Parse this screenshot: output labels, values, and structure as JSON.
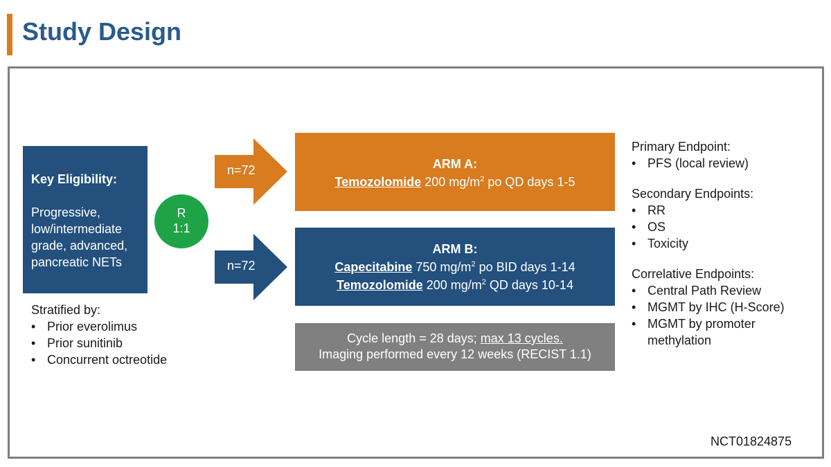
{
  "title": "Study Design",
  "eligibility": {
    "heading": "Key Eligibility:",
    "text": "Progressive, low/intermediate grade, advanced, pancreatic NETs"
  },
  "randomization": {
    "line1": "R",
    "line2": "1:1"
  },
  "arrows": {
    "a_label": "n=72",
    "b_label": "n=72"
  },
  "arm_a": {
    "title": "ARM A:",
    "drug1": "Temozolomide",
    "dose1_pre": " 200 mg/m",
    "dose1_sup": "2",
    "dose1_post": " po QD days 1-5"
  },
  "arm_b": {
    "title": "ARM B:",
    "drug1": "Capecitabine",
    "dose1_pre": " 750 mg/m",
    "dose1_sup": "2",
    "dose1_post": " po BID days 1-14",
    "drug2": "Temozolomide",
    "dose2_pre": " 200 mg/m",
    "dose2_sup": "2",
    "dose2_post": " QD days 10-14"
  },
  "cycle": {
    "line1_pre": "Cycle length = 28 days; ",
    "line1_underlined": "max 13 cycles.",
    "line2": "Imaging performed every 12 weeks (RECIST 1.1)"
  },
  "stratified": {
    "heading": "Stratified by:",
    "items": [
      "Prior everolimus",
      "Prior sunitinib",
      "Concurrent octreotide"
    ]
  },
  "endpoints": {
    "primary": {
      "heading": "Primary Endpoint:",
      "items": [
        "PFS (local review)"
      ]
    },
    "secondary": {
      "heading": "Secondary Endpoints:",
      "items": [
        "RR",
        "OS",
        "Toxicity"
      ]
    },
    "correlative": {
      "heading": "Correlative Endpoints:",
      "items": [
        "Central Path Review",
        "MGMT by IHC (H-Score)",
        "MGMT by promoter methylation"
      ]
    }
  },
  "trial_id": "NCT01824875",
  "colors": {
    "orange": "#d97b1f",
    "blue": "#23507d",
    "green": "#1fa347",
    "gray": "#808080",
    "title_blue": "#2a5a8c"
  }
}
